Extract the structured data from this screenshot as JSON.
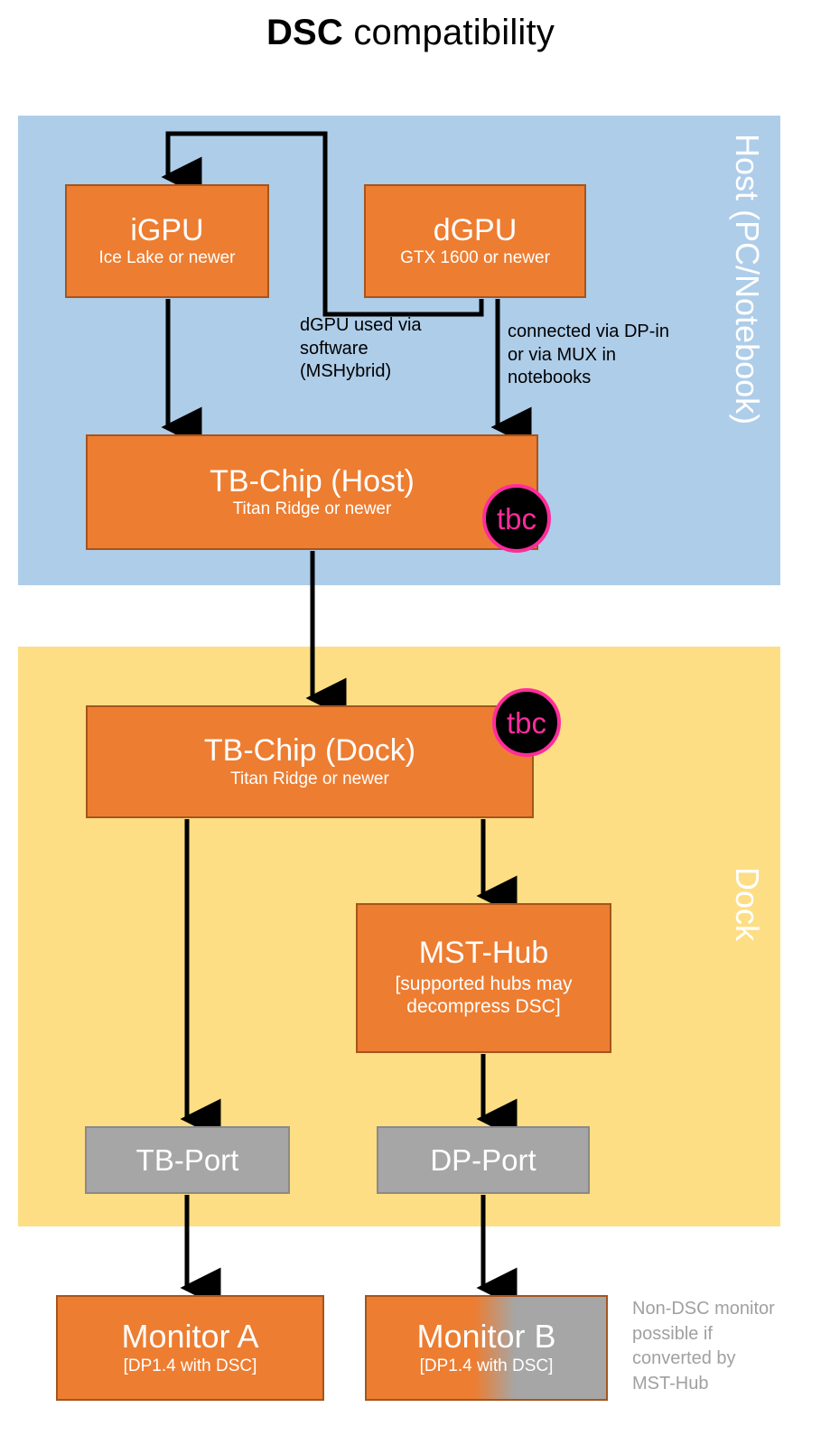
{
  "title": {
    "bold": "DSC",
    "rest": " compatibility"
  },
  "panels": {
    "host": {
      "label": "Host (PC/Notebook)",
      "color": "#aecde9"
    },
    "dock": {
      "label": "Dock",
      "color": "#fdde84"
    }
  },
  "colors": {
    "node_fill": "#ed7d31",
    "node_border": "#a5551e",
    "port_fill": "#a6a6a6",
    "badge_fill": "#000000",
    "badge_accent": "#ff2d9b",
    "note_gray": "#a0a0a0",
    "arrow": "#000000"
  },
  "nodes": {
    "igpu": {
      "title": "iGPU",
      "subtitle": "Ice Lake or newer"
    },
    "dgpu": {
      "title": "dGPU",
      "subtitle": "GTX 1600 or newer"
    },
    "tbc_host": {
      "title": "TB-Chip (Host)",
      "subtitle": "Titan Ridge or newer"
    },
    "tbc_dock": {
      "title": "TB-Chip (Dock)",
      "subtitle": "Titan Ridge or newer"
    },
    "mst_hub": {
      "title": "MST-Hub",
      "subtitle": "[supported hubs may\ndecompress DSC]"
    },
    "tb_port": {
      "title": "TB-Port",
      "subtitle": ""
    },
    "dp_port": {
      "title": "DP-Port",
      "subtitle": ""
    },
    "monitor_a": {
      "title": "Monitor A",
      "subtitle": "[DP1.4 with DSC]"
    },
    "monitor_b": {
      "title": "Monitor B",
      "subtitle": "[DP1.4 with DSC]"
    }
  },
  "badges": {
    "tbc_host": "tbc",
    "tbc_dock": "tbc"
  },
  "annotations": {
    "mshybrid": "dGPU used via\nsoftware\n(MSHybrid)",
    "dp_in": "connected via DP-in\nor via MUX in\nnotebooks",
    "non_dsc": "Non-DSC monitor\npossible if\nconverted by\nMST-Hub"
  }
}
